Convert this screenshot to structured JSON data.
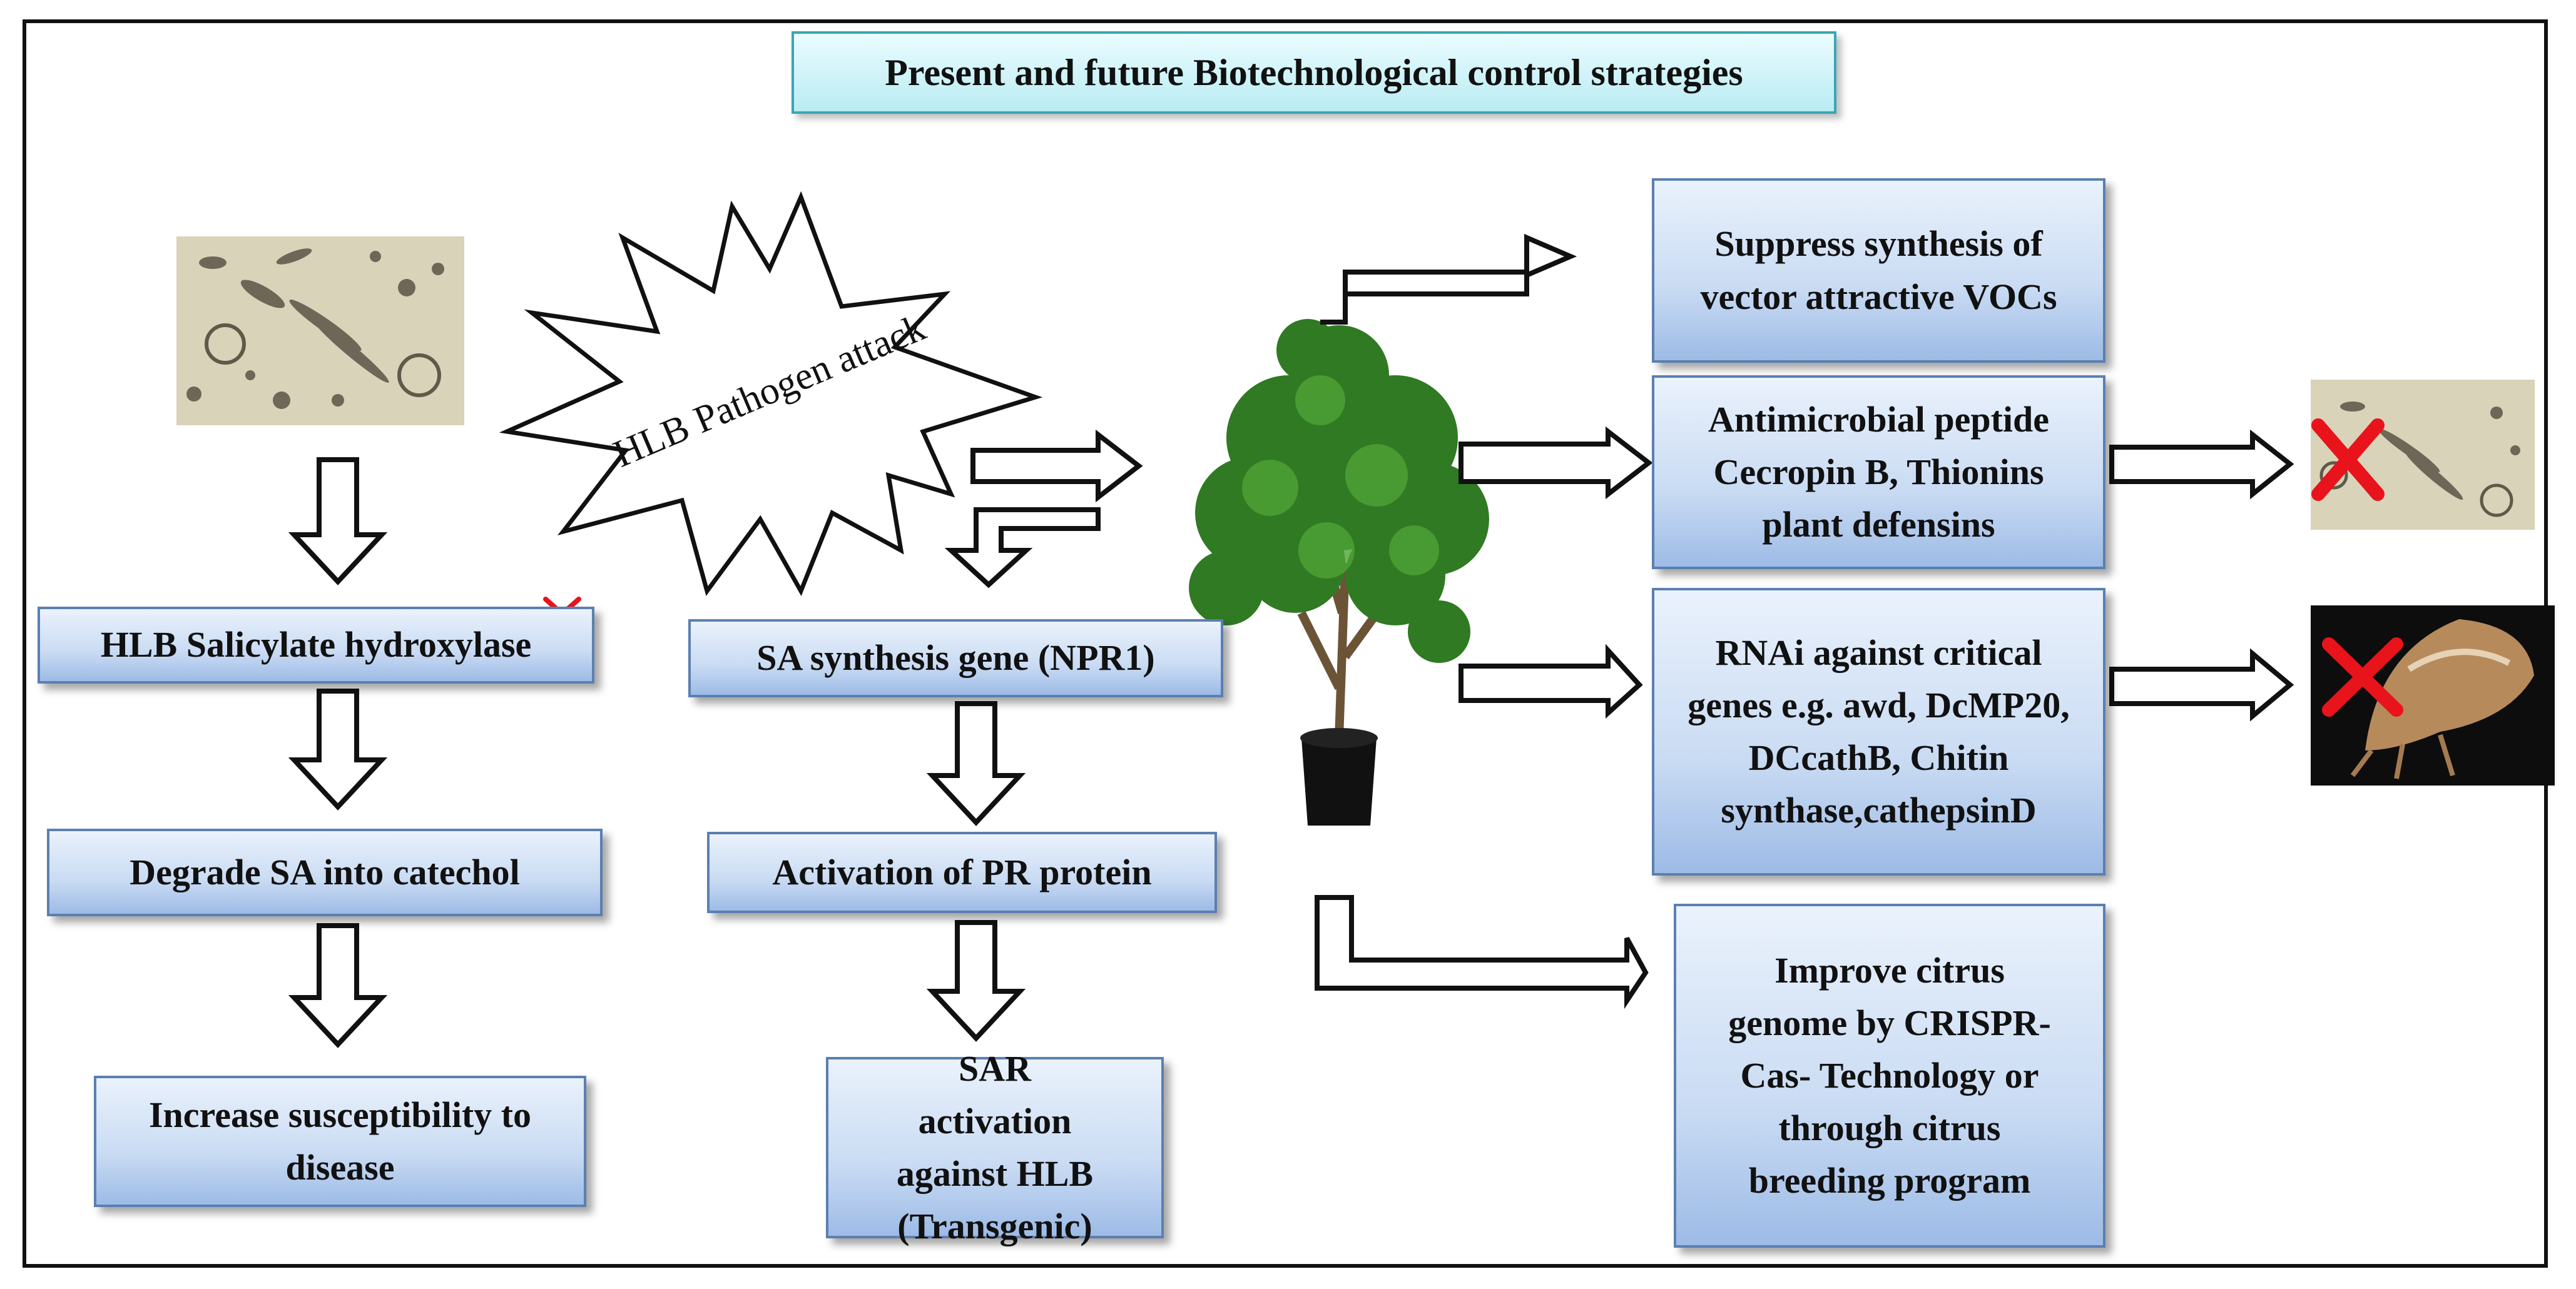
{
  "title": "Present and future Biotechnological control strategies",
  "pathogen_attack": "HLB Pathogen attack",
  "left_column": [
    "HLB Salicylate  hydroxylase",
    "Degrade SA into catechol",
    "Increase susceptibility to disease"
  ],
  "middle_column": [
    "SA synthesis gene (NPR1)",
    "Activation of PR protein",
    "SAR activation against HLB (Transgenic)"
  ],
  "right_column": [
    "Suppress synthesis of vector attractive VOCs",
    "Antimicrobial peptide Cecropin B, Thionins plant defensins",
    "RNAi against critical genes e.g. awd, DcMP20, DCcathB, Chitin synthase,cathepsinD",
    "Improve citrus genome  by CRISPR- Cas- Technology  or through citrus breeding program"
  ],
  "icons": {
    "pathogen_image": "bacteria-micrograph",
    "tree_image": "citrus-tree",
    "psyllid_image": "psyllid-insect",
    "blocked_mark": "red-x-icon"
  },
  "colors": {
    "box_fill": "#c9dbf3",
    "box_border": "#5b7fb0",
    "title_fill": "#b9ecf3",
    "cross": "#e8131b"
  }
}
